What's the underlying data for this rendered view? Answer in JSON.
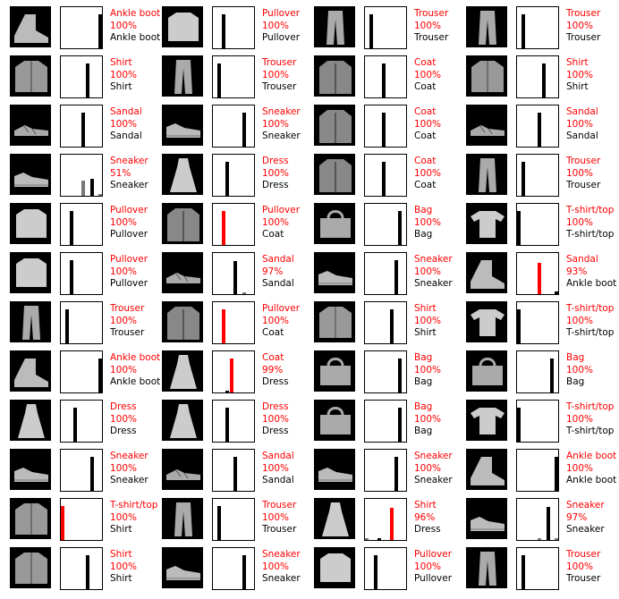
{
  "colors": {
    "mismatch": "#ff0000",
    "match": "#000000",
    "image_bg": "#000000"
  },
  "chart_data": {
    "type": "bar",
    "classes": [
      "T-shirt/top",
      "Trouser",
      "Pullover",
      "Dress",
      "Coat",
      "Sandal",
      "Shirt",
      "Sneaker",
      "Bag",
      "Ankle boot"
    ],
    "ylim": [
      0,
      1
    ],
    "panels": [
      {
        "image": "ankle-boot",
        "pred": "Ankle boot",
        "conf": "100%",
        "true": "Ankle boot",
        "probs": [
          0,
          0,
          0,
          0,
          0,
          0,
          0,
          0,
          0,
          1
        ]
      },
      {
        "image": "pullover",
        "pred": "Pullover",
        "conf": "100%",
        "true": "Pullover",
        "probs": [
          0,
          0,
          1,
          0,
          0,
          0,
          0,
          0,
          0,
          0
        ]
      },
      {
        "image": "trouser",
        "pred": "Trouser",
        "conf": "100%",
        "true": "Trouser",
        "probs": [
          0,
          1,
          0,
          0,
          0,
          0,
          0,
          0,
          0,
          0
        ]
      },
      {
        "image": "trouser",
        "pred": "Trouser",
        "conf": "100%",
        "true": "Trouser",
        "probs": [
          0,
          1,
          0,
          0,
          0,
          0,
          0,
          0,
          0,
          0
        ]
      },
      {
        "image": "shirt",
        "pred": "Shirt",
        "conf": "100%",
        "true": "Shirt",
        "probs": [
          0,
          0,
          0,
          0,
          0,
          0,
          1,
          0,
          0,
          0
        ]
      },
      {
        "image": "trouser",
        "pred": "Trouser",
        "conf": "100%",
        "true": "Trouser",
        "probs": [
          0,
          1,
          0,
          0,
          0,
          0,
          0,
          0,
          0,
          0
        ]
      },
      {
        "image": "coat",
        "pred": "Coat",
        "conf": "100%",
        "true": "Coat",
        "probs": [
          0,
          0,
          0,
          0,
          1,
          0,
          0,
          0,
          0,
          0
        ]
      },
      {
        "image": "shirt",
        "pred": "Shirt",
        "conf": "100%",
        "true": "Shirt",
        "probs": [
          0,
          0,
          0,
          0,
          0,
          0,
          1,
          0,
          0,
          0
        ]
      },
      {
        "image": "sandal",
        "pred": "Sandal",
        "conf": "100%",
        "true": "Sandal",
        "probs": [
          0,
          0,
          0,
          0,
          0,
          1,
          0,
          0,
          0,
          0
        ]
      },
      {
        "image": "sneaker",
        "pred": "Sneaker",
        "conf": "100%",
        "true": "Sneaker",
        "probs": [
          0,
          0,
          0,
          0,
          0,
          0,
          0,
          1,
          0,
          0
        ]
      },
      {
        "image": "coat",
        "pred": "Coat",
        "conf": "100%",
        "true": "Coat",
        "probs": [
          0,
          0,
          0,
          0,
          1,
          0,
          0,
          0,
          0,
          0
        ]
      },
      {
        "image": "sandal",
        "pred": "Sandal",
        "conf": "100%",
        "true": "Sandal",
        "probs": [
          0,
          0,
          0,
          0,
          0,
          1,
          0,
          0,
          0,
          0
        ]
      },
      {
        "image": "sneaker",
        "pred": "Sneaker",
        "conf": "51%",
        "true": "Sneaker",
        "probs": [
          0,
          0,
          0,
          0,
          0,
          0.44,
          0,
          0.51,
          0,
          0.05
        ]
      },
      {
        "image": "dress",
        "pred": "Dress",
        "conf": "100%",
        "true": "Dress",
        "probs": [
          0,
          0,
          0,
          1,
          0,
          0,
          0,
          0,
          0,
          0
        ]
      },
      {
        "image": "coat",
        "pred": "Coat",
        "conf": "100%",
        "true": "Coat",
        "probs": [
          0,
          0,
          0,
          0,
          1,
          0,
          0,
          0,
          0,
          0
        ]
      },
      {
        "image": "trouser",
        "pred": "Trouser",
        "conf": "100%",
        "true": "Trouser",
        "probs": [
          0,
          1,
          0,
          0,
          0,
          0,
          0,
          0,
          0,
          0
        ]
      },
      {
        "image": "pullover",
        "pred": "Pullover",
        "conf": "100%",
        "true": "Pullover",
        "probs": [
          0,
          0,
          1,
          0,
          0,
          0,
          0,
          0,
          0,
          0
        ]
      },
      {
        "image": "coat",
        "pred": "Pullover",
        "conf": "100%",
        "true": "Coat",
        "probs": [
          0,
          0,
          1,
          0,
          0,
          0,
          0,
          0,
          0,
          0
        ]
      },
      {
        "image": "bag",
        "pred": "Bag",
        "conf": "100%",
        "true": "Bag",
        "probs": [
          0,
          0,
          0,
          0,
          0,
          0,
          0,
          0,
          1,
          0
        ]
      },
      {
        "image": "tshirt",
        "pred": "T-shirt/top",
        "conf": "100%",
        "true": "T-shirt/top",
        "probs": [
          1,
          0,
          0,
          0,
          0,
          0,
          0,
          0,
          0,
          0
        ]
      },
      {
        "image": "pullover",
        "pred": "Pullover",
        "conf": "100%",
        "true": "Pullover",
        "probs": [
          0,
          0,
          1,
          0,
          0,
          0,
          0,
          0,
          0,
          0
        ]
      },
      {
        "image": "sandal",
        "pred": "Sandal",
        "conf": "97%",
        "true": "Sandal",
        "probs": [
          0,
          0,
          0,
          0,
          0,
          0.97,
          0,
          0.03,
          0,
          0
        ]
      },
      {
        "image": "sneaker",
        "pred": "Sneaker",
        "conf": "100%",
        "true": "Sneaker",
        "probs": [
          0,
          0,
          0,
          0,
          0,
          0,
          0,
          1,
          0,
          0
        ]
      },
      {
        "image": "ankle-boot",
        "pred": "Sandal",
        "conf": "93%",
        "true": "Ankle boot",
        "probs": [
          0,
          0,
          0,
          0,
          0,
          0.93,
          0,
          0,
          0,
          0.07
        ]
      },
      {
        "image": "trouser",
        "pred": "Trouser",
        "conf": "100%",
        "true": "Trouser",
        "probs": [
          0,
          1,
          0,
          0,
          0,
          0,
          0,
          0,
          0,
          0
        ]
      },
      {
        "image": "coat",
        "pred": "Pullover",
        "conf": "100%",
        "true": "Coat",
        "probs": [
          0,
          0,
          1,
          0,
          0,
          0,
          0,
          0,
          0,
          0
        ]
      },
      {
        "image": "shirt",
        "pred": "Shirt",
        "conf": "100%",
        "true": "Shirt",
        "probs": [
          0,
          0,
          0,
          0,
          0,
          0,
          1,
          0,
          0,
          0
        ]
      },
      {
        "image": "tshirt",
        "pred": "T-shirt/top",
        "conf": "100%",
        "true": "T-shirt/top",
        "probs": [
          1,
          0,
          0,
          0,
          0,
          0,
          0,
          0,
          0,
          0
        ]
      },
      {
        "image": "ankle-boot",
        "pred": "Ankle boot",
        "conf": "100%",
        "true": "Ankle boot",
        "probs": [
          0,
          0,
          0,
          0,
          0,
          0,
          0,
          0,
          0,
          1
        ]
      },
      {
        "image": "dress",
        "pred": "Coat",
        "conf": "99%",
        "true": "Dress",
        "probs": [
          0,
          0,
          0,
          0.01,
          0.99,
          0,
          0,
          0,
          0,
          0
        ]
      },
      {
        "image": "bag",
        "pred": "Bag",
        "conf": "100%",
        "true": "Bag",
        "probs": [
          0,
          0,
          0,
          0,
          0,
          0,
          0,
          0,
          1,
          0
        ]
      },
      {
        "image": "bag",
        "pred": "Bag",
        "conf": "100%",
        "true": "Bag",
        "probs": [
          0,
          0,
          0,
          0,
          0,
          0,
          0,
          0,
          1,
          0
        ]
      },
      {
        "image": "dress",
        "pred": "Dress",
        "conf": "100%",
        "true": "Dress",
        "probs": [
          0,
          0,
          0,
          1,
          0,
          0,
          0,
          0,
          0,
          0
        ]
      },
      {
        "image": "dress",
        "pred": "Dress",
        "conf": "100%",
        "true": "Dress",
        "probs": [
          0,
          0,
          0,
          1,
          0,
          0,
          0,
          0,
          0,
          0
        ]
      },
      {
        "image": "bag",
        "pred": "Bag",
        "conf": "100%",
        "true": "Bag",
        "probs": [
          0,
          0,
          0,
          0,
          0,
          0,
          0,
          0,
          1,
          0
        ]
      },
      {
        "image": "tshirt",
        "pred": "T-shirt/top",
        "conf": "100%",
        "true": "T-shirt/top",
        "probs": [
          1,
          0,
          0,
          0,
          0,
          0,
          0,
          0,
          0,
          0
        ]
      },
      {
        "image": "sneaker",
        "pred": "Sneaker",
        "conf": "100%",
        "true": "Sneaker",
        "probs": [
          0,
          0,
          0,
          0,
          0,
          0,
          0,
          1,
          0,
          0
        ]
      },
      {
        "image": "sandal",
        "pred": "Sandal",
        "conf": "100%",
        "true": "Sandal",
        "probs": [
          0,
          0,
          0,
          0,
          0,
          1,
          0,
          0,
          0,
          0
        ]
      },
      {
        "image": "sneaker",
        "pred": "Sneaker",
        "conf": "100%",
        "true": "Sneaker",
        "probs": [
          0,
          0,
          0,
          0,
          0,
          0,
          0,
          1,
          0,
          0
        ]
      },
      {
        "image": "ankle-boot",
        "pred": "Ankle boot",
        "conf": "100%",
        "true": "Ankle boot",
        "probs": [
          0,
          0,
          0,
          0,
          0,
          0,
          0,
          0,
          0,
          1
        ]
      },
      {
        "image": "shirt",
        "pred": "T-shirt/top",
        "conf": "100%",
        "true": "Shirt",
        "probs": [
          1,
          0,
          0,
          0,
          0,
          0,
          0,
          0,
          0,
          0
        ]
      },
      {
        "image": "trouser",
        "pred": "Trouser",
        "conf": "100%",
        "true": "Trouser",
        "probs": [
          0,
          1,
          0,
          0,
          0,
          0,
          0,
          0,
          0,
          0
        ]
      },
      {
        "image": "dress",
        "pred": "Shirt",
        "conf": "96%",
        "true": "Dress",
        "probs": [
          0.02,
          0,
          0,
          0.02,
          0,
          0,
          0.96,
          0,
          0,
          0
        ]
      },
      {
        "image": "sneaker",
        "pred": "Sneaker",
        "conf": "97%",
        "true": "Sneaker",
        "probs": [
          0,
          0,
          0,
          0,
          0,
          0.01,
          0,
          0.97,
          0,
          0.02
        ]
      },
      {
        "image": "shirt",
        "pred": "Shirt",
        "conf": "100%",
        "true": "Shirt",
        "probs": [
          0,
          0,
          0,
          0,
          0,
          0,
          1,
          0,
          0,
          0
        ]
      },
      {
        "image": "sneaker",
        "pred": "Sneaker",
        "conf": "100%",
        "true": "Sneaker",
        "probs": [
          0,
          0,
          0,
          0,
          0,
          0,
          0,
          1,
          0,
          0
        ]
      },
      {
        "image": "pullover",
        "pred": "Pullover",
        "conf": "100%",
        "true": "Pullover",
        "probs": [
          0,
          0,
          1,
          0,
          0,
          0,
          0,
          0,
          0,
          0
        ]
      },
      {
        "image": "trouser",
        "pred": "Trouser",
        "conf": "100%",
        "true": "Trouser",
        "probs": [
          0,
          1,
          0,
          0,
          0,
          0,
          0,
          0,
          0,
          0
        ]
      }
    ]
  }
}
